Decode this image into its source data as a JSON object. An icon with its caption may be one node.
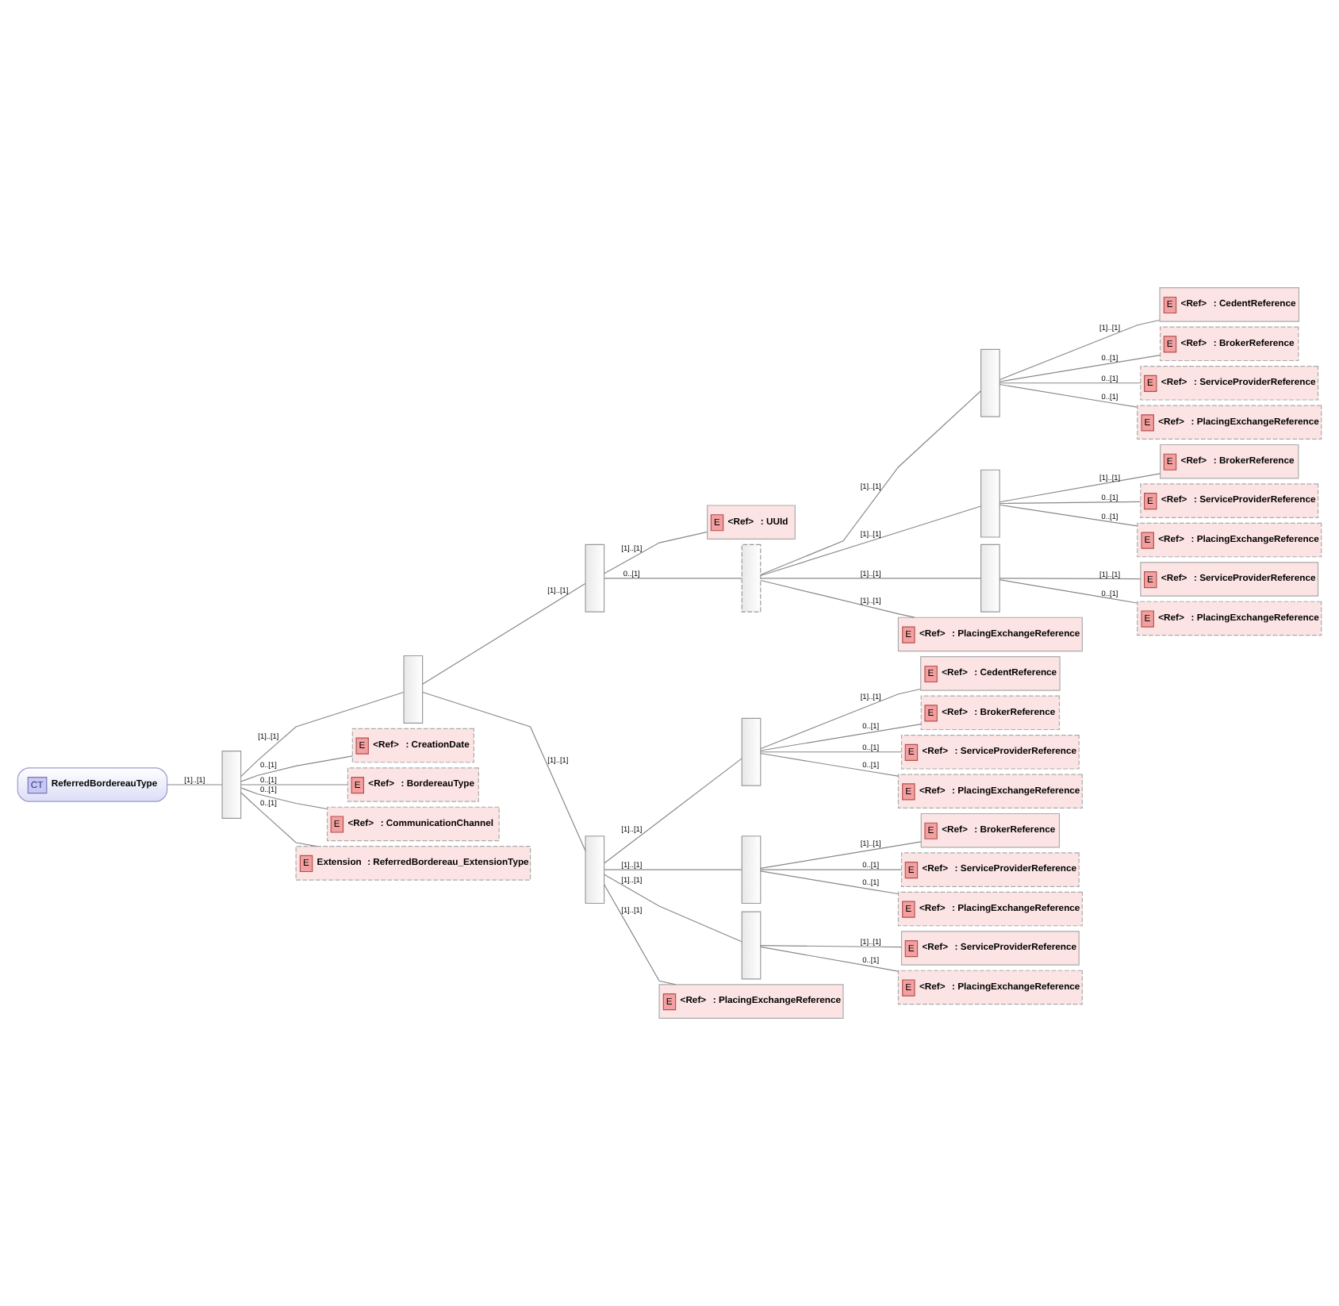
{
  "diagram": {
    "nodes": [
      {
        "text": [
          "CT",
          "ReferredBordereauType"
        ]
      },
      {
        "text": [],
        "shape": "bar"
      },
      {
        "text": [],
        "shape": "bar"
      },
      {
        "text": [],
        "shape": "bar"
      },
      {
        "text": [
          "E",
          "<Ref>",
          ": UUId"
        ]
      },
      {
        "text": [],
        "shape": "bar"
      },
      {
        "text": [],
        "shape": "bar"
      },
      {
        "text": [
          "E",
          "<Ref>",
          ": CedentReference"
        ]
      },
      {
        "text": [
          "E",
          "<Ref>",
          ": BrokerReference"
        ]
      },
      {
        "text": [
          "E",
          "<Ref>",
          ": ServiceProviderReference"
        ]
      },
      {
        "text": [
          "E",
          "<Ref>",
          ": PlacingExchangeReference"
        ]
      },
      {
        "text": [],
        "shape": "bar"
      },
      {
        "text": [
          "E",
          "<Ref>",
          ": BrokerReference"
        ]
      },
      {
        "text": [
          "E",
          "<Ref>",
          ": ServiceProviderReference"
        ]
      },
      {
        "text": [
          "E",
          "<Ref>",
          ": PlacingExchangeReference"
        ]
      },
      {
        "text": [],
        "shape": "bar"
      },
      {
        "text": [
          "E",
          "<Ref>",
          ": ServiceProviderReference"
        ]
      },
      {
        "text": [
          "E",
          "<Ref>",
          ": PlacingExchangeReference"
        ]
      },
      {
        "text": [
          "E",
          "<Ref>",
          ": PlacingExchangeReference"
        ]
      },
      {
        "text": [],
        "shape": "bar"
      },
      {
        "text": [],
        "shape": "bar"
      },
      {
        "text": [
          "E",
          "<Ref>",
          ": CedentReference"
        ]
      },
      {
        "text": [
          "E",
          "<Ref>",
          ": BrokerReference"
        ]
      },
      {
        "text": [
          "E",
          "<Ref>",
          ": ServiceProviderReference"
        ]
      },
      {
        "text": [
          "E",
          "<Ref>",
          ": PlacingExchangeReference"
        ]
      },
      {
        "text": [],
        "shape": "bar"
      },
      {
        "text": [
          "E",
          "<Ref>",
          ": BrokerReference"
        ]
      },
      {
        "text": [
          "E",
          "<Ref>",
          ": ServiceProviderReference"
        ]
      },
      {
        "text": [
          "E",
          "<Ref>",
          ": PlacingExchangeReference"
        ]
      },
      {
        "text": [],
        "shape": "bar"
      },
      {
        "text": [
          "E",
          "<Ref>",
          ": ServiceProviderReference"
        ]
      },
      {
        "text": [
          "E",
          "<Ref>",
          ": PlacingExchangeReference"
        ]
      },
      {
        "text": [
          "E",
          "<Ref>",
          ": PlacingExchangeReference"
        ]
      },
      {
        "text": [
          "E",
          "<Ref>",
          ": CreationDate"
        ]
      },
      {
        "text": [
          "E",
          "<Ref>",
          ": BordereauType"
        ]
      },
      {
        "text": [
          "E",
          "<Ref>",
          ": CommunicationChannel"
        ]
      },
      {
        "text": [
          "E",
          "Extension",
          ": ReferredBordereau_ExtensionType"
        ]
      }
    ],
    "edges": [
      {
        "from": 0,
        "to": 1,
        "arrow": "none",
        "label": "[1]..[1]"
      },
      {
        "from": 1,
        "to": 2,
        "arrow": "none",
        "label": "[1]..[1]"
      },
      {
        "from": 2,
        "to": 3,
        "arrow": "none",
        "label": "[1]..[1]"
      },
      {
        "from": 3,
        "to": 4,
        "arrow": "none",
        "label": "[1]..[1]"
      },
      {
        "from": 3,
        "to": 5,
        "arrow": "none",
        "label": "0..[1]"
      },
      {
        "from": 5,
        "to": 6,
        "arrow": "none",
        "label": "[1]..[1]"
      },
      {
        "from": 6,
        "to": 7,
        "arrow": "none",
        "label": "[1]..[1]"
      },
      {
        "from": 6,
        "to": 8,
        "arrow": "none",
        "label": "0..[1]"
      },
      {
        "from": 6,
        "to": 9,
        "arrow": "none",
        "label": "0..[1]"
      },
      {
        "from": 6,
        "to": 10,
        "arrow": "none",
        "label": "0..[1]"
      },
      {
        "from": 5,
        "to": 11,
        "arrow": "none",
        "label": "[1]..[1]"
      },
      {
        "from": 11,
        "to": 12,
        "arrow": "none",
        "label": "[1]..[1]"
      },
      {
        "from": 11,
        "to": 13,
        "arrow": "none",
        "label": "0..[1]"
      },
      {
        "from": 11,
        "to": 14,
        "arrow": "none",
        "label": "0..[1]"
      },
      {
        "from": 5,
        "to": 15,
        "arrow": "none",
        "label": "[1]..[1]"
      },
      {
        "from": 15,
        "to": 16,
        "arrow": "none",
        "label": "[1]..[1]"
      },
      {
        "from": 15,
        "to": 17,
        "arrow": "none",
        "label": "0..[1]"
      },
      {
        "from": 5,
        "to": 18,
        "arrow": "none",
        "label": "[1]..[1]"
      },
      {
        "from": 2,
        "to": 19,
        "arrow": "none",
        "label": "[1]..[1]"
      },
      {
        "from": 19,
        "to": 20,
        "arrow": "none",
        "label": "[1]..[1]"
      },
      {
        "from": 20,
        "to": 21,
        "arrow": "none",
        "label": "[1]..[1]"
      },
      {
        "from": 20,
        "to": 22,
        "arrow": "none",
        "label": "0..[1]"
      },
      {
        "from": 20,
        "to": 23,
        "arrow": "none",
        "label": "0..[1]"
      },
      {
        "from": 20,
        "to": 24,
        "arrow": "none",
        "label": "0..[1]"
      },
      {
        "from": 19,
        "to": 25,
        "arrow": "none",
        "label": "[1]..[1]"
      },
      {
        "from": 25,
        "to": 26,
        "arrow": "none",
        "label": "[1]..[1]"
      },
      {
        "from": 25,
        "to": 27,
        "arrow": "none",
        "label": "0..[1]"
      },
      {
        "from": 25,
        "to": 28,
        "arrow": "none",
        "label": "0..[1]"
      },
      {
        "from": 19,
        "to": 29,
        "arrow": "none",
        "label": "[1]..[1]"
      },
      {
        "from": 29,
        "to": 30,
        "arrow": "none",
        "label": "[1]..[1]"
      },
      {
        "from": 29,
        "to": 31,
        "arrow": "none",
        "label": "0..[1]"
      },
      {
        "from": 19,
        "to": 32,
        "arrow": "none",
        "label": "[1]..[1]"
      },
      {
        "from": 1,
        "to": 33,
        "arrow": "none",
        "label": "0..[1]"
      },
      {
        "from": 1,
        "to": 34,
        "arrow": "none",
        "label": "0..[1]"
      },
      {
        "from": 1,
        "to": 35,
        "arrow": "none",
        "label": "0..[1]"
      },
      {
        "from": 1,
        "to": 36,
        "arrow": "none",
        "label": "0..[1]"
      }
    ]
  }
}
